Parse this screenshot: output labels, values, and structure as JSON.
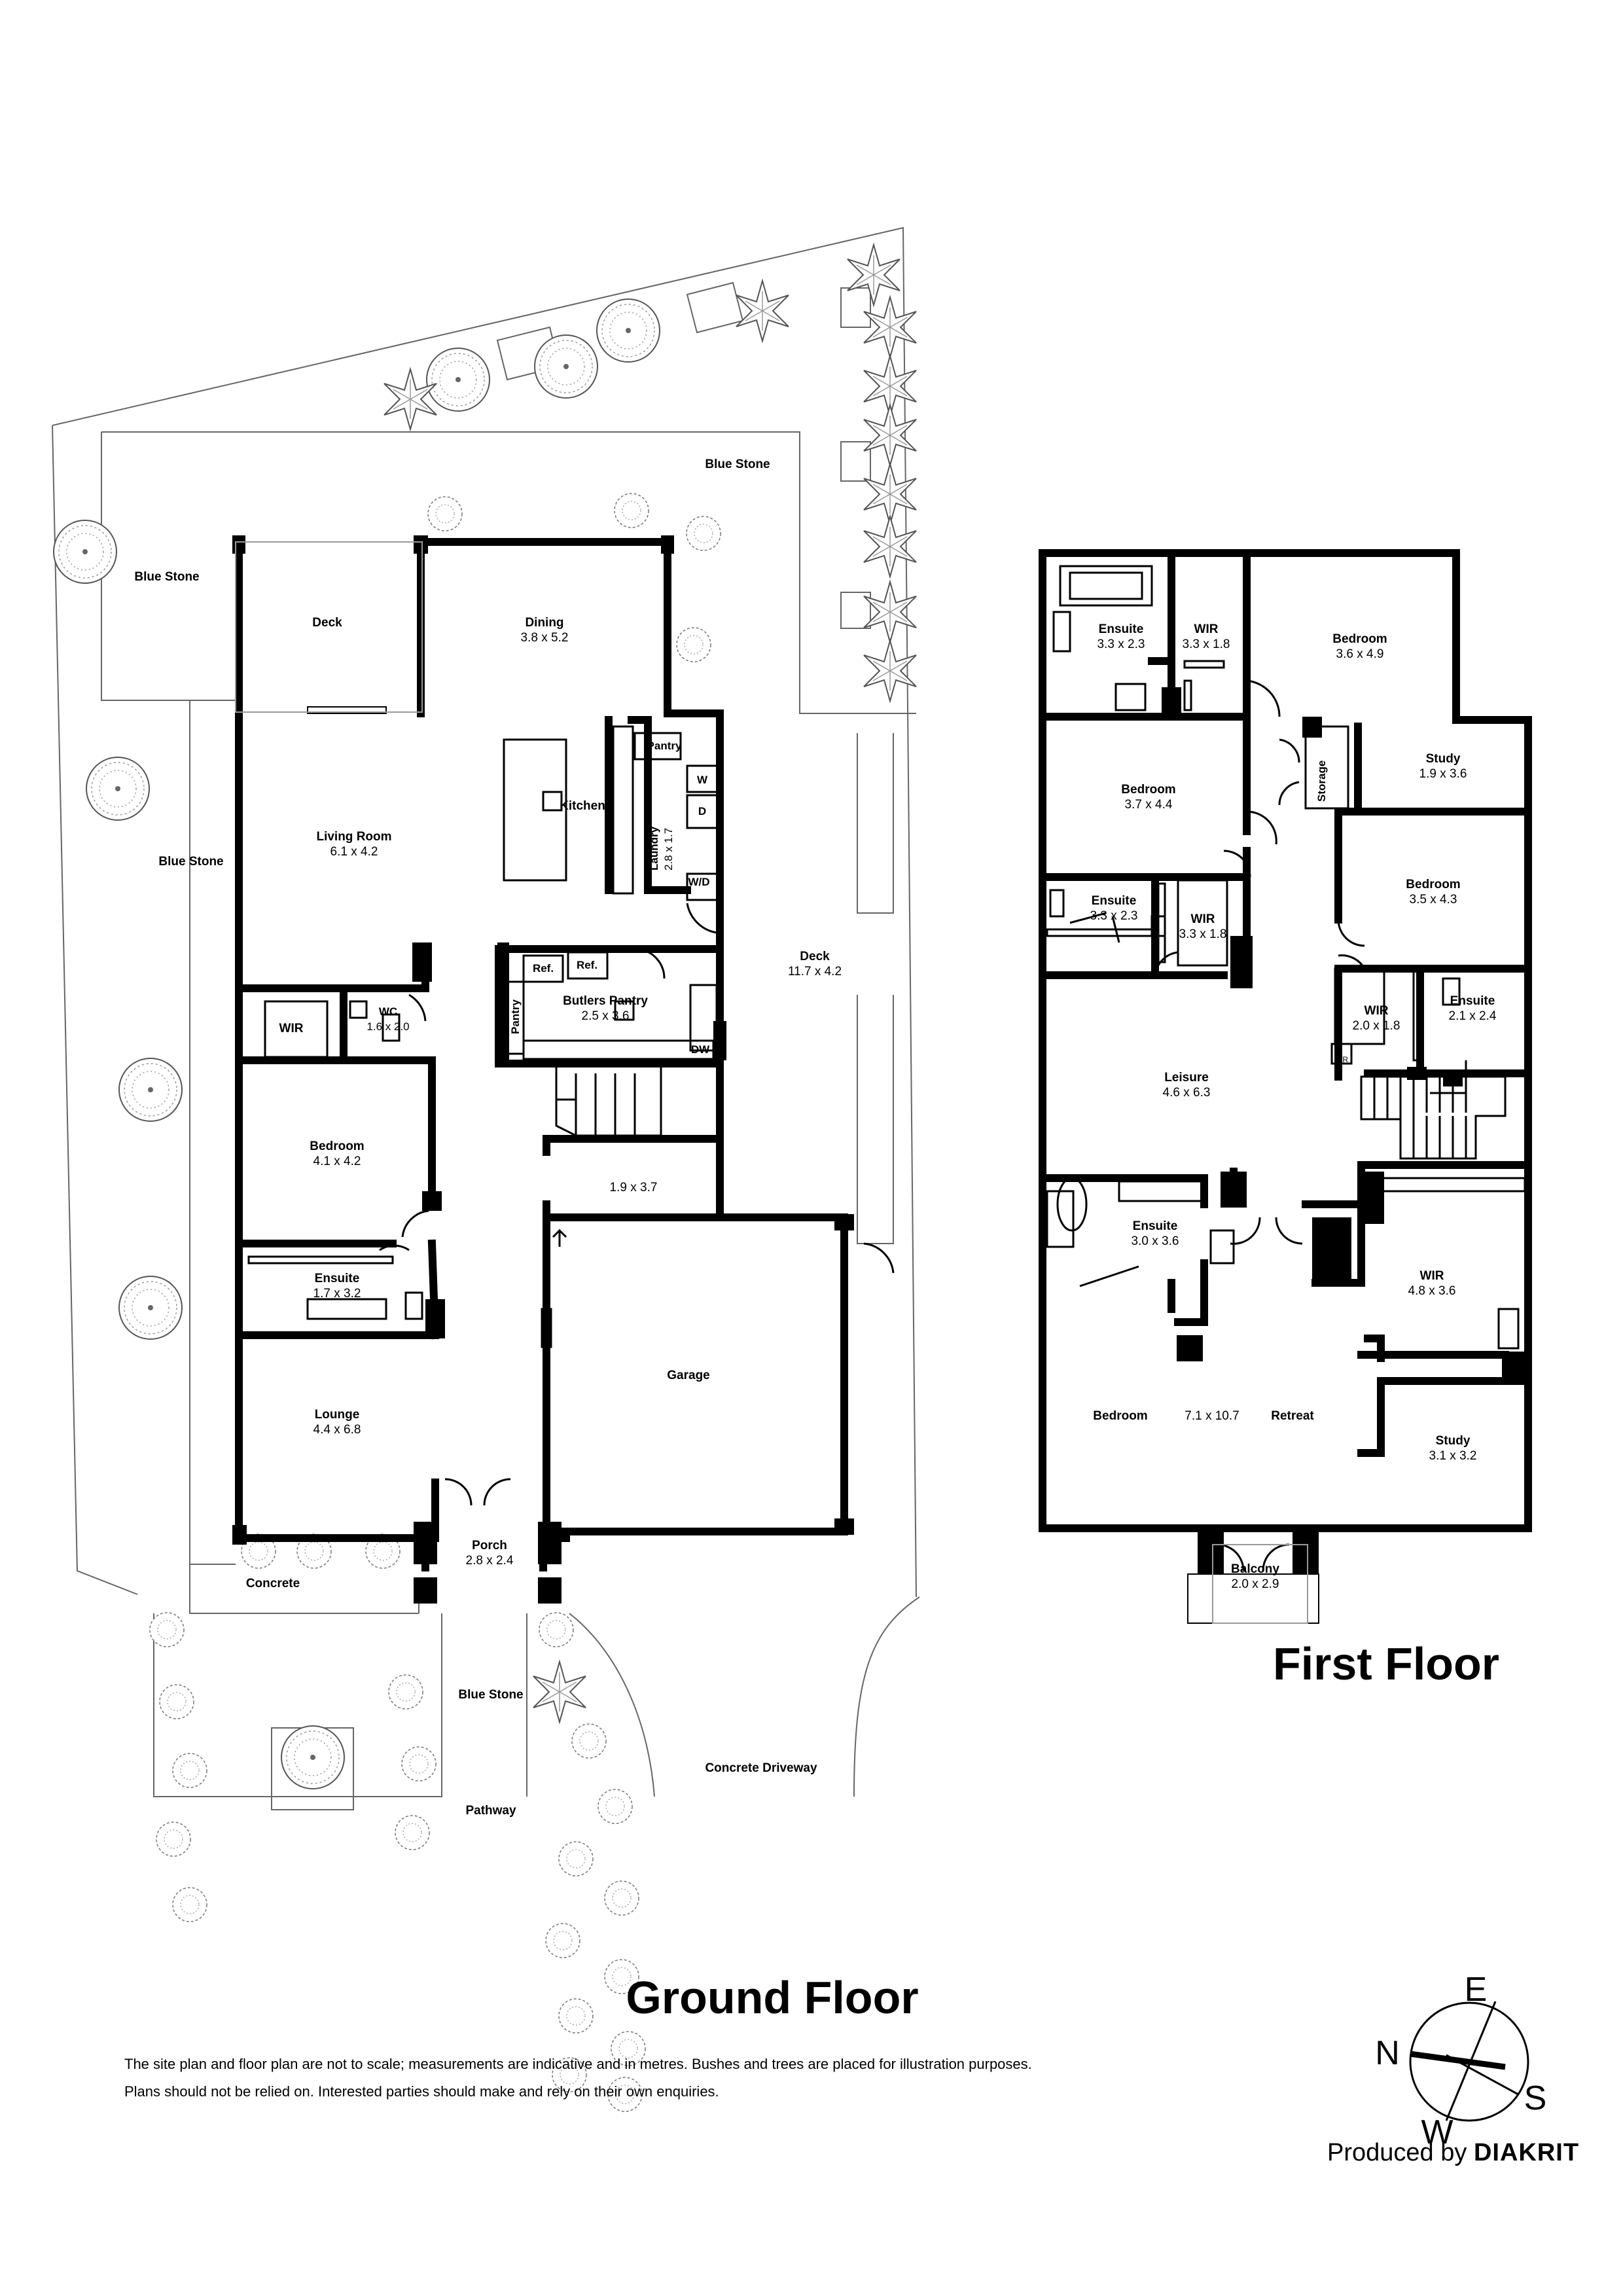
{
  "ground_floor": {
    "title": "Ground Floor",
    "rooms": {
      "blue_stone_top": {
        "name": "Blue Stone"
      },
      "blue_stone_left_upper": {
        "name": "Blue Stone"
      },
      "blue_stone_left": {
        "name": "Blue Stone"
      },
      "deck_small": {
        "name": "Deck"
      },
      "dining": {
        "name": "Dining",
        "dims": "3.8 x 5.2"
      },
      "living_room": {
        "name": "Living Room",
        "dims": "6.1 x 4.2"
      },
      "kitchen": {
        "name": "Kitchen"
      },
      "pantry": {
        "name": "Pantry"
      },
      "laundry": {
        "name": "Laundry",
        "dims": "2.8 x 1.7"
      },
      "laundry_w": {
        "name": "W"
      },
      "laundry_d": {
        "name": "D"
      },
      "laundry_wd": {
        "name": "W/D"
      },
      "deck_large": {
        "name": "Deck",
        "dims": "11.7 x 4.2"
      },
      "ref1": {
        "name": "Ref."
      },
      "ref2": {
        "name": "Ref."
      },
      "butlers_pantry": {
        "name": "Butlers Pantry",
        "dims": "2.5 x 3.6"
      },
      "butlers_pantry_side": {
        "name": "Pantry"
      },
      "dw": {
        "name": "DW"
      },
      "wir": {
        "name": "WIR"
      },
      "wc": {
        "name": "WC",
        "dims": "1.6 x 2.0"
      },
      "bedroom": {
        "name": "Bedroom",
        "dims": "4.1 x 4.2"
      },
      "store": {
        "dims": "1.9 x 3.7"
      },
      "ensuite": {
        "name": "Ensuite",
        "dims": "1.7 x 3.2"
      },
      "lounge": {
        "name": "Lounge",
        "dims": "4.4 x 6.8"
      },
      "garage": {
        "name": "Garage"
      },
      "porch": {
        "name": "Porch",
        "dims": "2.8 x 2.4"
      },
      "concrete": {
        "name": "Concrete"
      },
      "blue_stone_path": {
        "name": "Blue Stone"
      },
      "pathway": {
        "name": "Pathway"
      },
      "driveway": {
        "name": "Concrete Driveway"
      }
    }
  },
  "first_floor": {
    "title": "First Floor",
    "rooms": {
      "ensuite_a": {
        "name": "Ensuite",
        "dims": "3.3 x 2.3"
      },
      "wir_a": {
        "name": "WIR",
        "dims": "3.3 x 1.8"
      },
      "bedroom_a": {
        "name": "Bedroom",
        "dims": "3.6 x 4.9"
      },
      "bedroom_b": {
        "name": "Bedroom",
        "dims": "3.7 x 4.4"
      },
      "storage": {
        "name": "Storage"
      },
      "study_a": {
        "name": "Study",
        "dims": "1.9 x 3.6"
      },
      "ensuite_b": {
        "name": "Ensuite",
        "dims": "3.3 x 2.3"
      },
      "wir_b": {
        "name": "WIR",
        "dims": "3.3 x 1.8"
      },
      "bedroom_c": {
        "name": "Bedroom",
        "dims": "3.5 x 4.3"
      },
      "wir_c": {
        "name": "WIR",
        "dims": "2.0 x 1.8"
      },
      "ensuite_c": {
        "name": "Ensuite",
        "dims": "2.1 x 2.4"
      },
      "ar": {
        "name": "A/R"
      },
      "leisure": {
        "name": "Leisure",
        "dims": "4.6 x 6.3"
      },
      "ensuite_d": {
        "name": "Ensuite",
        "dims": "3.0 x 3.6"
      },
      "wir_d": {
        "name": "WIR",
        "dims": "4.8 x 3.6"
      },
      "bedroom_main": {
        "name": "Bedroom"
      },
      "bedroom_main_dims": {
        "dims": "7.1 x 10.7"
      },
      "retreat": {
        "name": "Retreat"
      },
      "study_b": {
        "name": "Study",
        "dims": "3.1 x 3.2"
      },
      "balcony": {
        "name": "Balcony",
        "dims": "2.0 x 2.9"
      }
    }
  },
  "disclaimer": {
    "line1": "The site plan and floor plan are not to scale; measurements are indicative and in metres. Bushes and trees are placed for illustration purposes.",
    "line2": "Plans should not be relied on. Interested parties should make and rely on their own enquiries."
  },
  "compass": {
    "n": "N",
    "e": "E",
    "s": "S",
    "w": "W"
  },
  "credit": {
    "prefix": "Produced by",
    "brand": "DIAKRIT"
  }
}
